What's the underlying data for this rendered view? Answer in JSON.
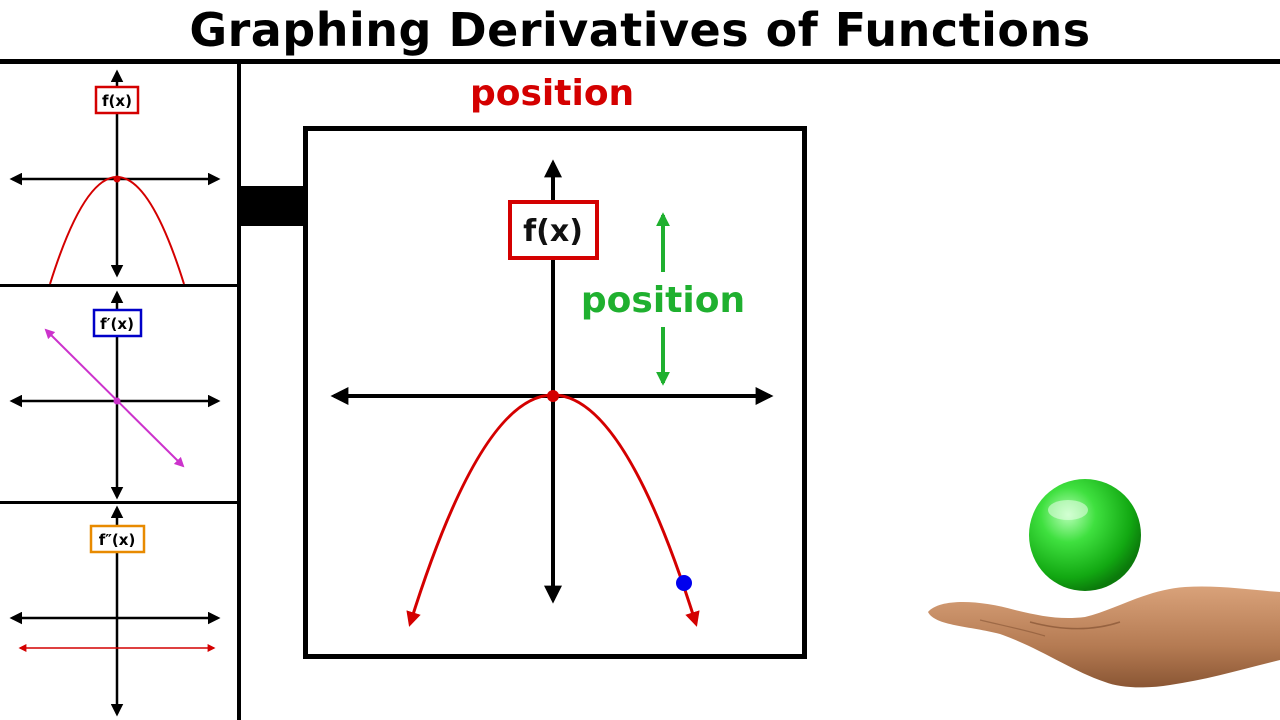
{
  "title": "Graphing Derivatives of Functions",
  "panels": {
    "fx": {
      "label": "f(x)",
      "color": "#d40000"
    },
    "fpx": {
      "label": "f′(x)",
      "color": "#0000c8"
    },
    "fppx": {
      "label": "f″(x)",
      "color": "#e88a00"
    }
  },
  "main": {
    "heading": "position",
    "graph_label": "f(x)",
    "annotation": "position",
    "curve_color": "#d40000",
    "annotation_color": "#1fb02f",
    "point_color": "#0000ee"
  },
  "colors": {
    "derivative_line": "#cc33cc",
    "second_derivative_line": "#d40000"
  },
  "illustration": {
    "ball_color": "#22cc22",
    "icon": "hand-holding-ball-icon"
  }
}
